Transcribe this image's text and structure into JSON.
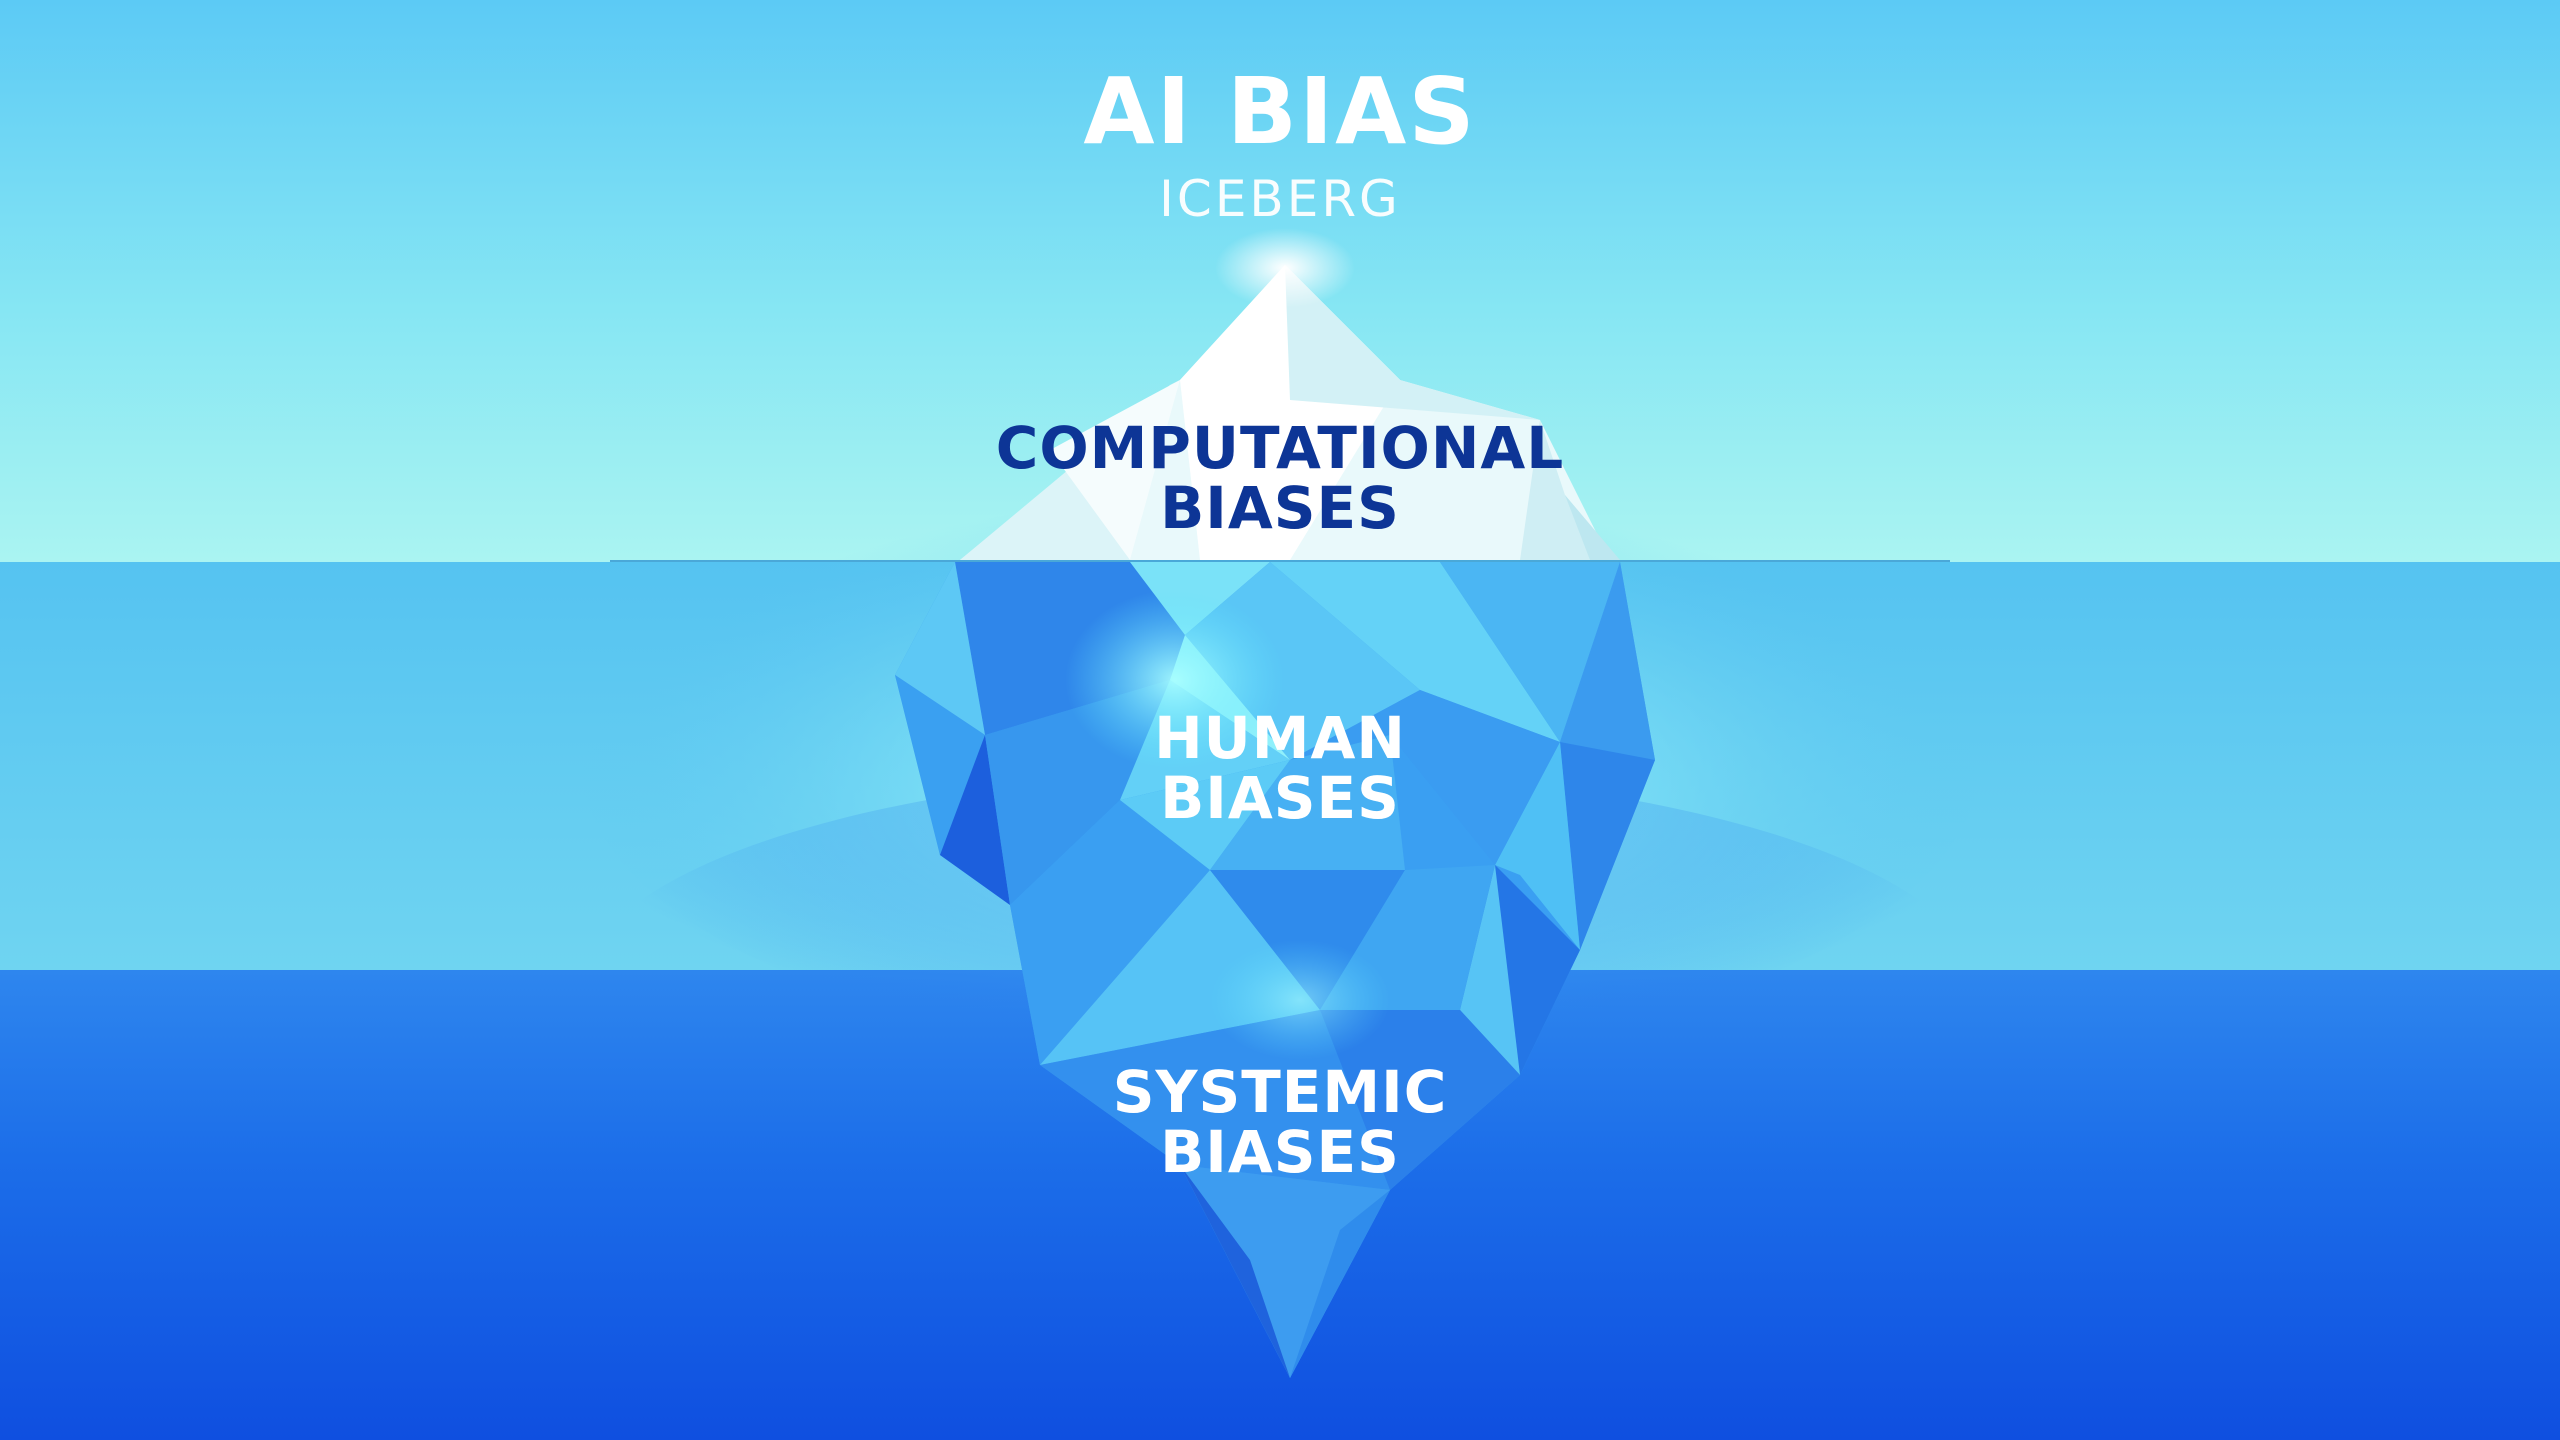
{
  "title": {
    "main": "AI BIAS",
    "sub": "ICEBERG"
  },
  "layers": [
    {
      "line1": "COMPUTATIONAL",
      "line2": "BIASES",
      "color": "#0d3596"
    },
    {
      "line1": "HUMAN",
      "line2": "BIASES",
      "color": "#ffffff"
    },
    {
      "line1": "SYSTEMIC",
      "line2": "BIASES",
      "color": "#ffffff"
    }
  ],
  "colors": {
    "sky_top": "#5cc8f4",
    "sky_bottom": "#a8f3f3",
    "water_mid": "#6fd6f0",
    "water_deep": "#1565e8",
    "ice_tip": "#f2fbfc",
    "ice_body": "#3a9ef0",
    "ice_glow": "#7feffa",
    "text_dark": "#0d3596"
  }
}
